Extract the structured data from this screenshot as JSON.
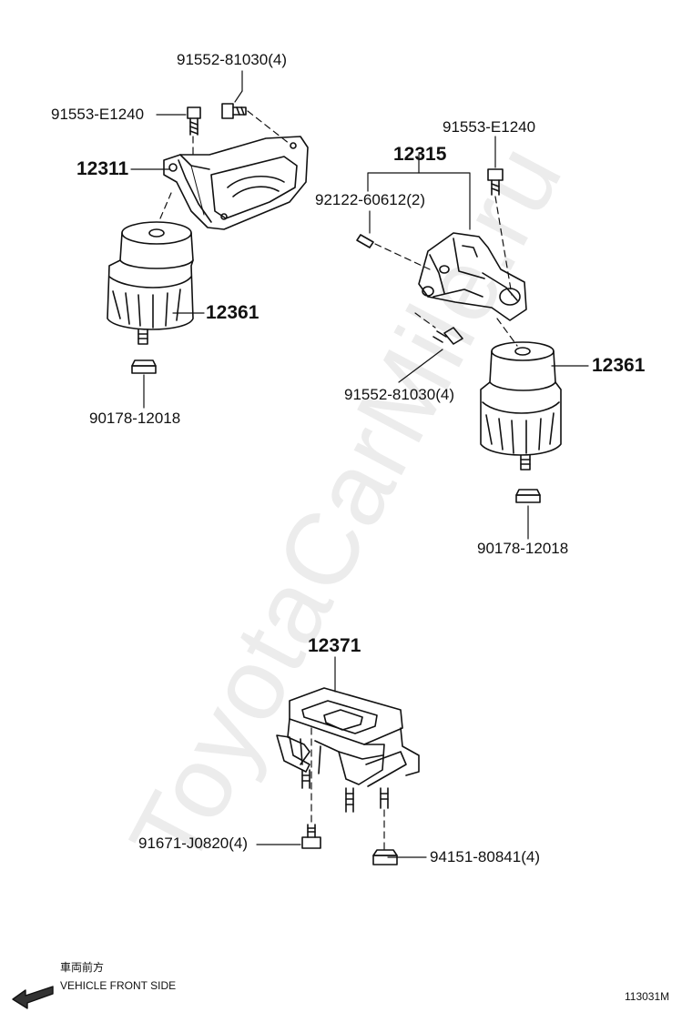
{
  "watermark": "ToyotaCarMile.ru",
  "groups": {
    "left_mount": {
      "bolt_top": "91552-81030(4)",
      "bolt_side": "91553-E1240",
      "bracket": "12311",
      "insulator": "12361",
      "nut": "90178-12018"
    },
    "right_mount": {
      "bolt_top": "91553-E1240",
      "bracket": "12315",
      "stud": "92122-60612(2)",
      "bolt_lower": "91552-81030(4)",
      "insulator": "12361",
      "nut": "90178-12018"
    },
    "rear_mount": {
      "insulator": "12371",
      "bolt": "91671-J0820(4)",
      "nut": "94151-80841(4)"
    }
  },
  "footer": {
    "direction_jp": "車両前方",
    "direction_en": "VEHICLE FRONT SIDE",
    "figure_code": "113031M"
  }
}
